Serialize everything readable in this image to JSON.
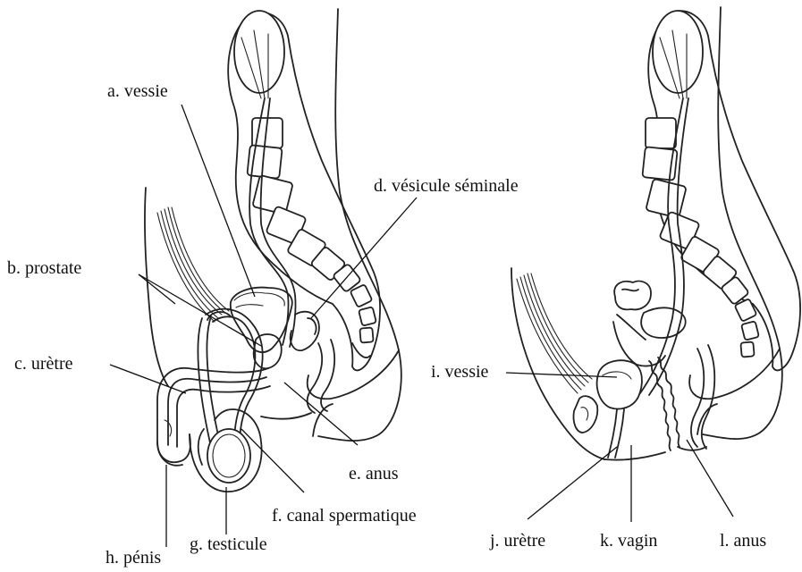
{
  "male": {
    "labels": {
      "a": "a. vessie",
      "b": "b. prostate",
      "c": "c. urètre",
      "d": "d. vésicule séminale",
      "e": "e. anus",
      "f": "f. canal spermatique",
      "g": "g. testicule",
      "h": "h. pénis"
    }
  },
  "female": {
    "labels": {
      "i": "i. vessie",
      "j": "j. urètre",
      "k": "k. vagin",
      "l": "l. anus"
    }
  }
}
